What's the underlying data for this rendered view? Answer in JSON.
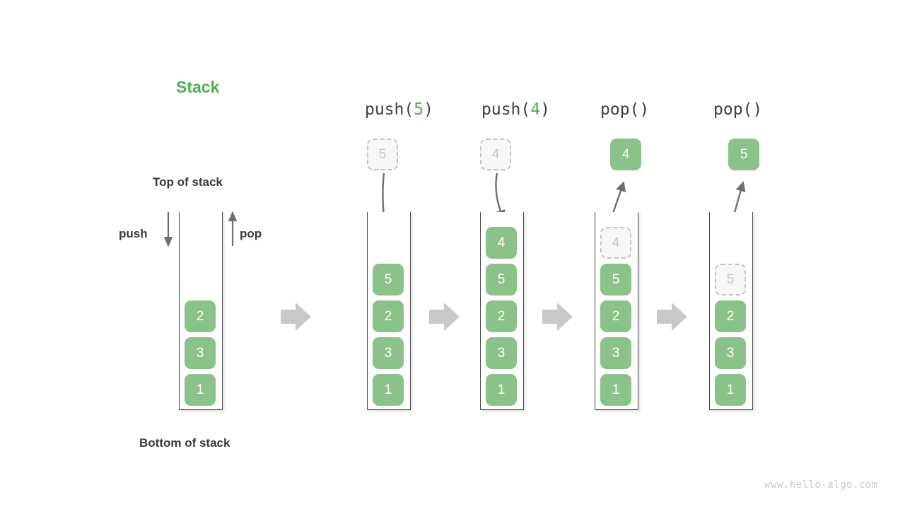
{
  "diagram": {
    "title": "Stack",
    "top_label": "Top of stack",
    "bottom_label": "Bottom of stack",
    "push_label": "push",
    "pop_label": "pop",
    "watermark": "www.hello-algo.com",
    "accent_color": "#4caf50",
    "cell_fill_color": "#8ac28a",
    "ghost_fill_color": "#f7f7f7",
    "ghost_border_color": "#c4c4c4",
    "arrow_color": "#6f6f6f",
    "transition_arrow_color": "#c9c9c9",
    "frame_color": "#4a4a4a"
  },
  "steps": [
    {
      "id": "initial",
      "header": "",
      "header_prefix": "",
      "header_arg": "",
      "header_suffix": "",
      "stack": [
        "2",
        "3",
        "1"
      ],
      "floating": null,
      "ghost_inside": null,
      "ghost_above": null
    },
    {
      "id": "push-5",
      "header": "push(5)",
      "header_prefix": "push(",
      "header_arg": "5",
      "header_suffix": ")",
      "stack": [
        "5",
        "2",
        "3",
        "1"
      ],
      "floating": null,
      "ghost_inside": null,
      "ghost_above": "5"
    },
    {
      "id": "push-4",
      "header": "push(4)",
      "header_prefix": "push(",
      "header_arg": "4",
      "header_suffix": ")",
      "stack": [
        "4",
        "5",
        "2",
        "3",
        "1"
      ],
      "floating": null,
      "ghost_inside": null,
      "ghost_above": "4"
    },
    {
      "id": "pop-1",
      "header": "pop()",
      "header_prefix": "pop(",
      "header_arg": "",
      "header_suffix": ")",
      "stack": [
        "5",
        "2",
        "3",
        "1"
      ],
      "floating": "4",
      "ghost_inside": "4",
      "ghost_above": null
    },
    {
      "id": "pop-2",
      "header": "pop()",
      "header_prefix": "pop(",
      "header_arg": "",
      "header_suffix": ")",
      "stack": [
        "2",
        "3",
        "1"
      ],
      "floating": "5",
      "ghost_inside": "5",
      "ghost_above": null
    }
  ]
}
